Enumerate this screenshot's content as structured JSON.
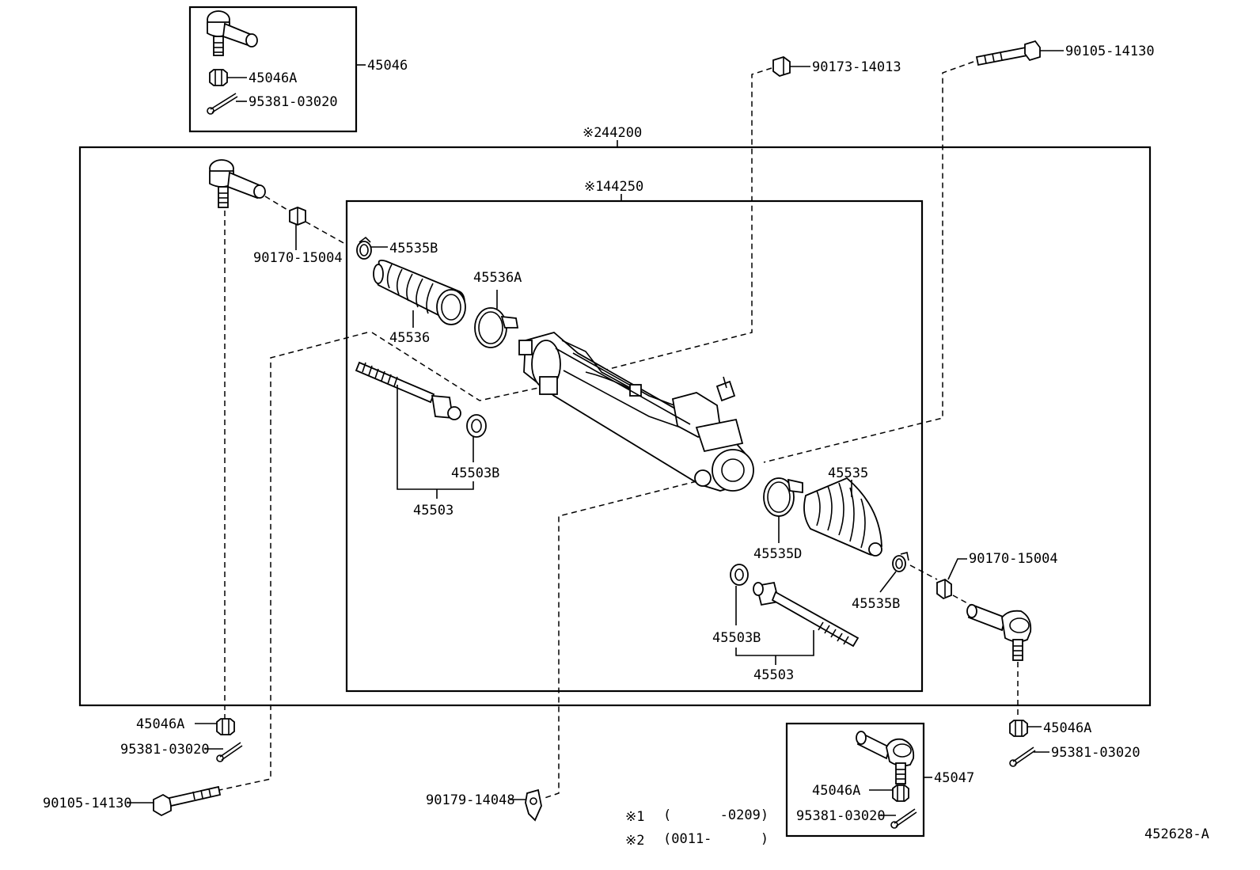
{
  "diagram": {
    "drawing_code": "452628-A",
    "assemblies": {
      "outer": {
        "mark": "※2",
        "number": "44200"
      },
      "inner": {
        "mark": "※1",
        "number": "44250"
      }
    },
    "notes": [
      {
        "mark": "※1",
        "text": "(      -0209)"
      },
      {
        "mark": "※2",
        "text": "(0011-      )"
      }
    ],
    "labels": {
      "l45046": "45046",
      "l45046a_top": "45046A",
      "l95381_top": "95381-03020",
      "l90173": "90173-14013",
      "l90105_top": "90105-14130",
      "l90170_left": "90170-15004",
      "l45535b_left": "45535B",
      "l45536a": "45536A",
      "l45536": "45536",
      "l45503b_left": "45503B",
      "l45503_left": "45503",
      "l45535": "45535",
      "l45535d": "45535D",
      "l90170_right": "90170-15004",
      "l45535b_right": "45535B",
      "l45503b_right": "45503B",
      "l45503_right": "45503",
      "l45046a_left": "45046A",
      "l95381_left": "95381-03020",
      "l90105_bottom": "90105-14130",
      "l90179": "90179-14048",
      "l45046a_right": "45046A",
      "l95381_right": "95381-03020",
      "l45047": "45047",
      "l45046a_box": "45046A",
      "l95381_box": "95381-03020"
    }
  }
}
